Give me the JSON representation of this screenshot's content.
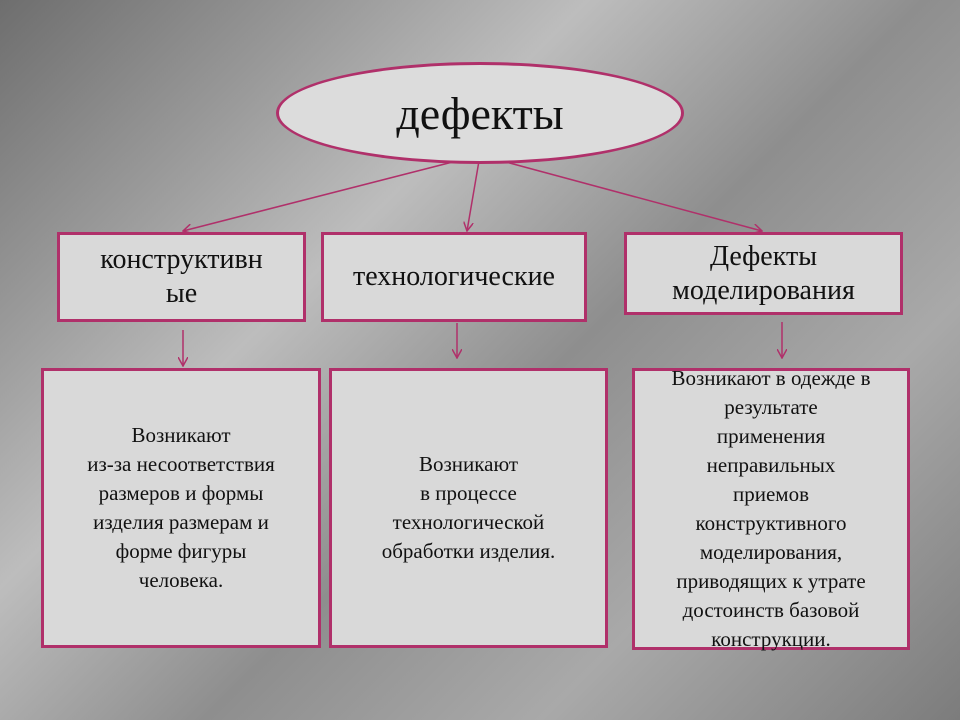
{
  "root": {
    "label": "дефекты"
  },
  "categories": [
    {
      "title": "конструктивн\nые",
      "description": "Возникают\nиз-за несоответствия\nразмеров и формы\nизделия размерам и\nформе фигуры\nчеловека."
    },
    {
      "title": "технологические",
      "description": "Возникают\nв  процессе\nтехнологической\nобработки изделия."
    },
    {
      "title": "Дефекты\nмоделирования",
      "description": "Возникают в одежде в\nрезультате\nприменения\nнеправильных\nприемов\nконструктивного\nмоделирования,\nприводящих к утрате\nдостоинств базовой\nконструкции."
    }
  ],
  "colors": {
    "border": "#b0306a",
    "fill": "#d9d9d9"
  }
}
